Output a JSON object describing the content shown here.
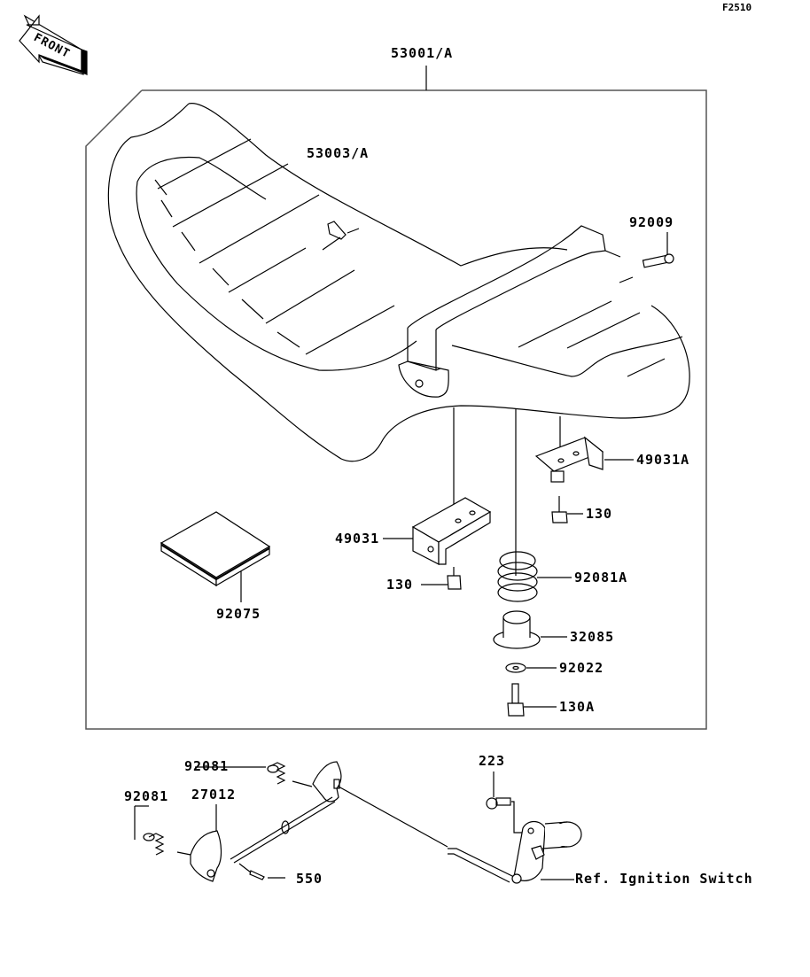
{
  "diagram": {
    "figure_code": "F2510",
    "orientation_label": "FRONT",
    "parts": [
      {
        "id": "seat-assembly",
        "label": "53001/A"
      },
      {
        "id": "seat-clip",
        "label": "53003/A"
      },
      {
        "id": "bolt-rear",
        "label": "92009"
      },
      {
        "id": "bracket-right",
        "label": "49031A"
      },
      {
        "id": "bolt-right",
        "label": "130"
      },
      {
        "id": "bracket-left",
        "label": "49031"
      },
      {
        "id": "bolt-left",
        "label": "130"
      },
      {
        "id": "spring-damper",
        "label": "92081A"
      },
      {
        "id": "damper",
        "label": "32085"
      },
      {
        "id": "washer",
        "label": "92022"
      },
      {
        "id": "bolt-bottom",
        "label": "130A"
      },
      {
        "id": "pad",
        "label": "92075"
      },
      {
        "id": "spring-upper",
        "label": "92081"
      },
      {
        "id": "spring-lower",
        "label": "92081"
      },
      {
        "id": "lock-lever",
        "label": "27012"
      },
      {
        "id": "cotter-pin",
        "label": "550"
      },
      {
        "id": "screw",
        "label": "223"
      },
      {
        "id": "ignition-ref",
        "label": "Ref. Ignition Switch"
      }
    ]
  }
}
